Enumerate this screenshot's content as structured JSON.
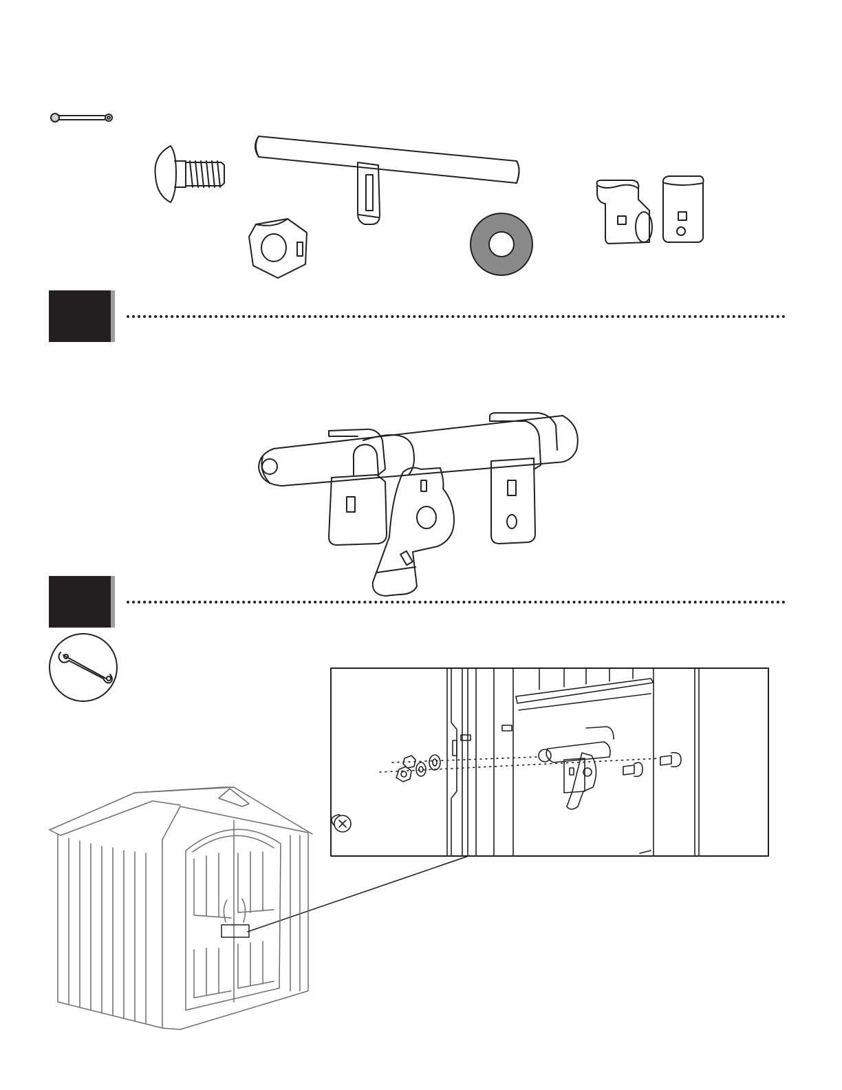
{
  "page": {
    "kind": "assembly-instruction-sheet",
    "steps": [
      {
        "id": "step-a",
        "number": ""
      },
      {
        "id": "step-b",
        "number": ""
      }
    ]
  },
  "icons": {
    "wrench": "wrench-icon",
    "carriage_bolt": "carriage-bolt-icon",
    "hex_nut": "hex-nut-icon",
    "washer": "washer-icon",
    "latch_bar": "latch-bar-icon",
    "latch_brackets": "latch-bracket-icon",
    "tool_required": "wrench-tool-circle-icon",
    "shed": "shed-illustration-icon"
  },
  "colors": {
    "ink": "#231f20",
    "step_shadow": "#9d9d9d",
    "washer": "#8a8a8a",
    "shed_line": "#6d6d6d"
  }
}
